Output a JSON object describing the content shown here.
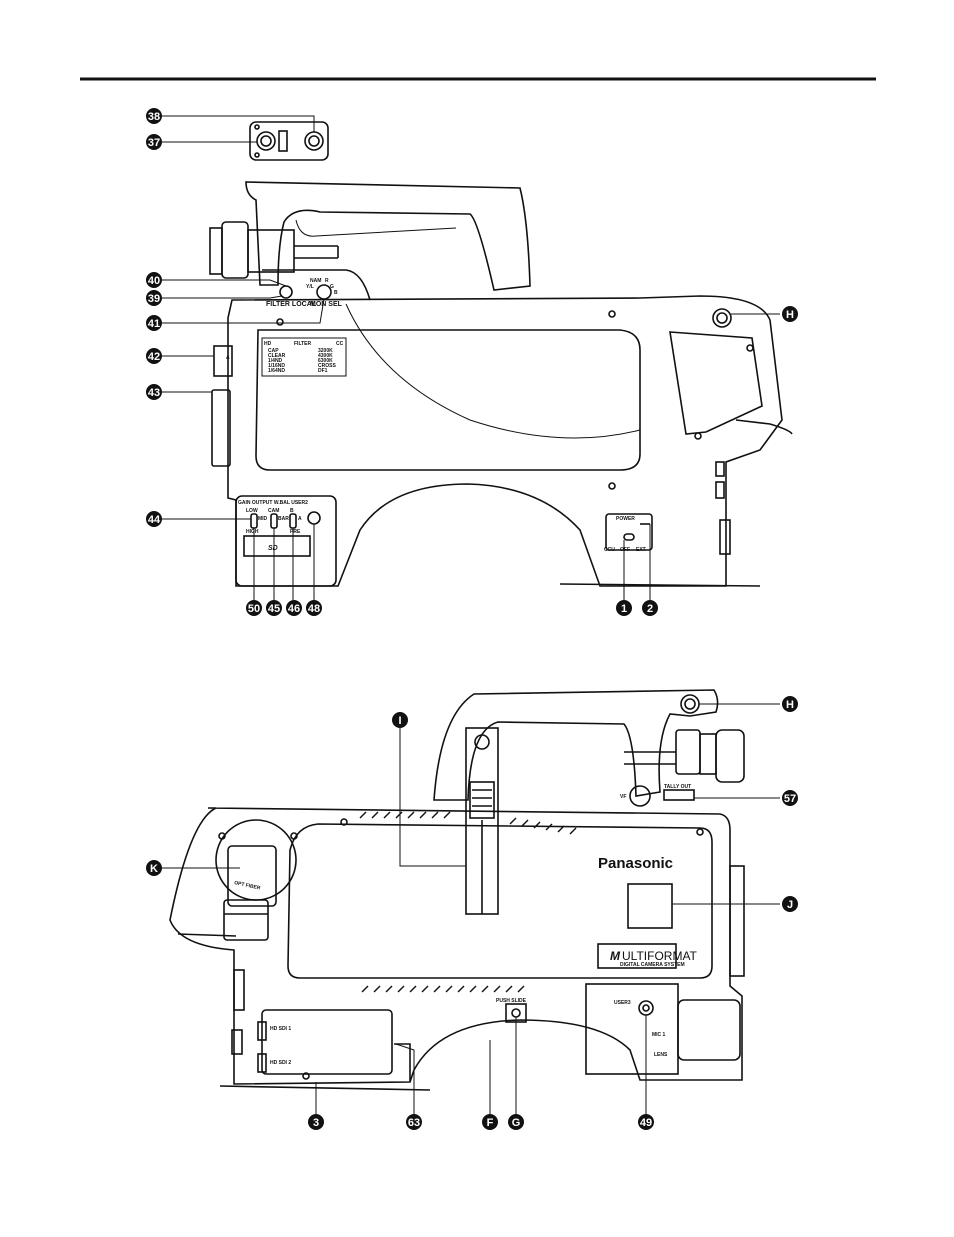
{
  "top_view": {
    "remote": {
      "btn_left": "",
      "btn_right": ""
    },
    "labels": {
      "filter_local": "FILTER LOCAL",
      "nam": "NAM",
      "r": "R",
      "yl": "Y/L",
      "g": "G",
      "b": "B",
      "mon_sel": "MON SEL",
      "a": "A",
      "filter_title": "FILTER",
      "filter_hd": "HD",
      "filter_cc": "CC",
      "filter_left": [
        "CAP",
        "CLEAR",
        "1/4ND",
        "1/16ND",
        "1/64ND"
      ],
      "filter_right": [
        "3200K",
        "4300K",
        "6300K",
        "CROSS",
        "DF1"
      ],
      "panel_header": "GAIN  OUTPUT  W.BAL  USER2",
      "low": "LOW",
      "mid": "MID",
      "high": "HIGH",
      "cam": "CAM",
      "bar": "BAR",
      "b_label": "B",
      "a_label": "A",
      "pre": "PRE",
      "sd": "SD",
      "power": "POWER",
      "ccu": "CCU",
      "off": "OFF",
      "ext": "EXT"
    },
    "callouts": {
      "c38": "38",
      "c37": "37",
      "c40": "40",
      "c39": "39",
      "c41": "41",
      "c42": "42",
      "c43": "43",
      "c44": "44",
      "c50": "50",
      "c45": "45",
      "c46": "46",
      "c48": "48",
      "c1": "1",
      "c2": "2",
      "cH": "H"
    }
  },
  "bottom_view": {
    "labels": {
      "vf": "VF",
      "tally_out": "TALLY OUT",
      "brand": "Panasonic",
      "multiformat": "ULTIFORMAT",
      "multiformat_sub": "DIGITAL CAMERA SYSTEM",
      "opt_fiber": "OPT FIBER",
      "hd_sdi1": "HD SDI 1",
      "hd_sdi2": "HD SDI 2",
      "push_slide": "PUSH  SLIDE",
      "user3": "USER3",
      "mic1": "MIC 1",
      "lens": "LENS"
    },
    "callouts": {
      "cH": "H",
      "cI": "I",
      "c57": "57",
      "cK": "K",
      "cJ": "J",
      "c3": "3",
      "c63": "63",
      "cF": "F",
      "cG": "G",
      "c49": "49"
    }
  },
  "colors": {
    "line": "#111111",
    "callout_fill": "#111111",
    "background": "#ffffff"
  }
}
